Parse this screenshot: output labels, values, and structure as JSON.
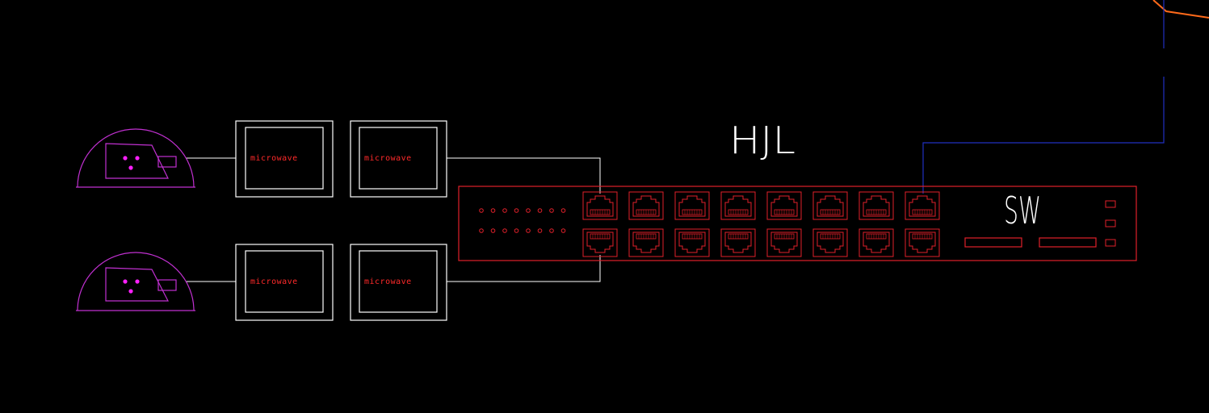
{
  "diagram": {
    "title": "HJL",
    "switch_label": "SW",
    "microwave_label": "microwave",
    "switch_port_columns": 8,
    "switch_port_rows": 2,
    "indicator_led_columns": 8,
    "indicator_led_rows": 2,
    "side_led_count": 3,
    "colors": {
      "background": "#000000",
      "link": "#ffffff",
      "switch": "#e0202a",
      "antenna": "#c030d0",
      "antenna_dots": "#ff20ff",
      "uplink": "#2030c0",
      "external": "#ff6a1a",
      "text_red": "#ff2a2a",
      "title": "#ffffff"
    }
  }
}
